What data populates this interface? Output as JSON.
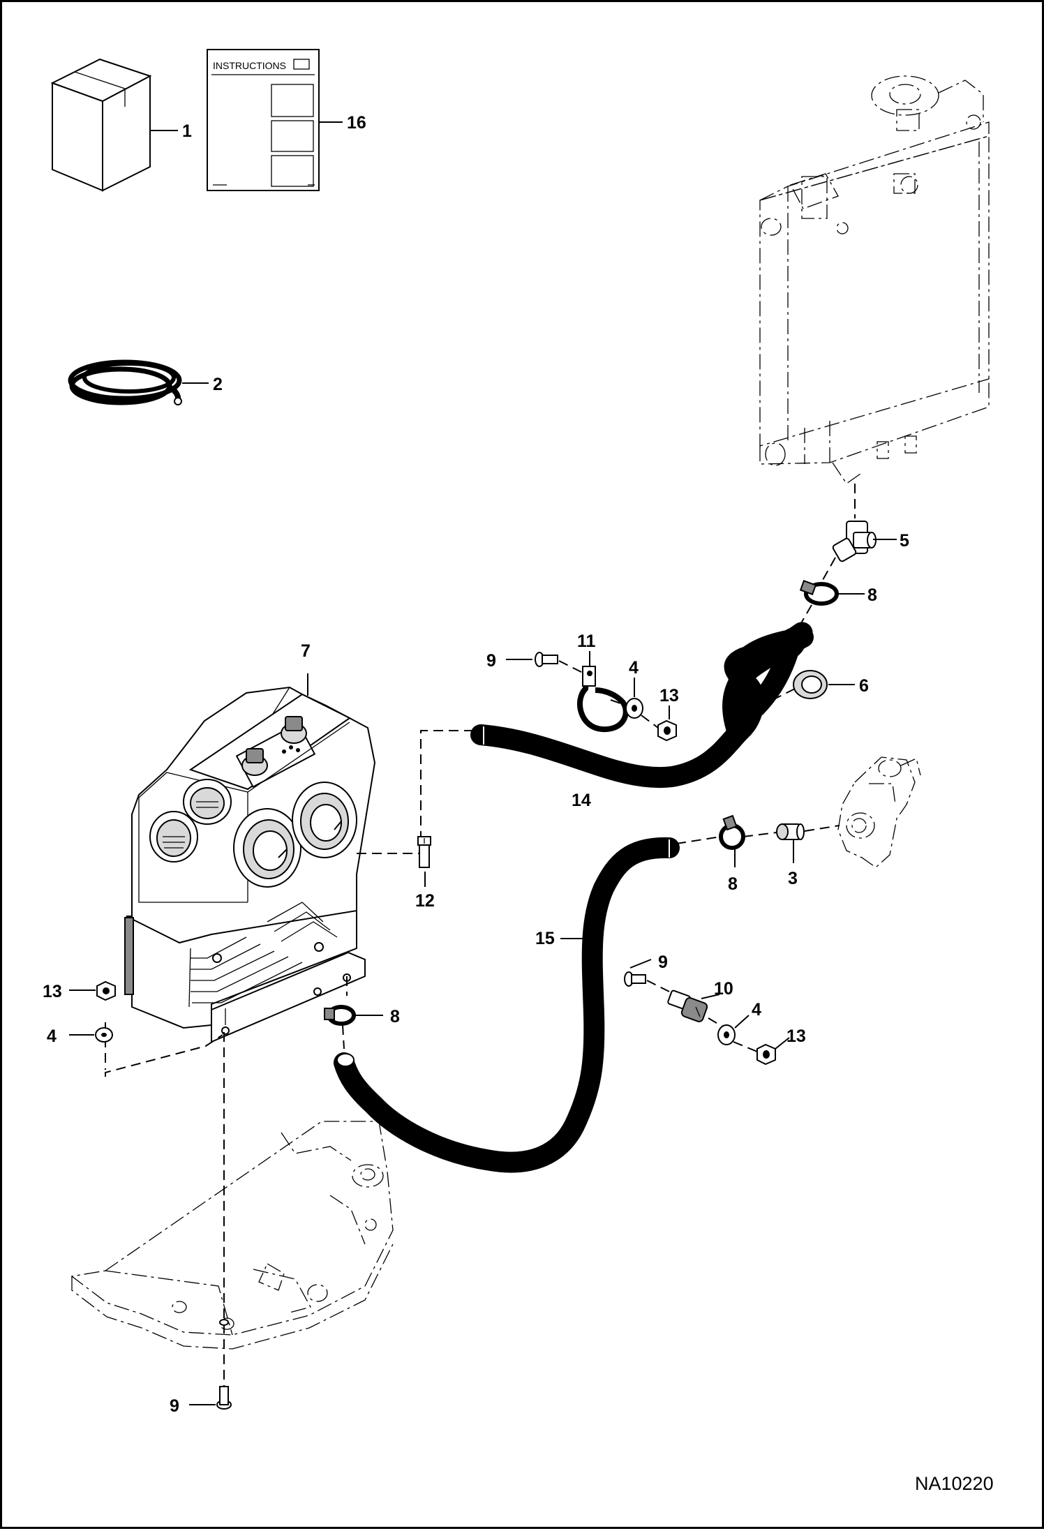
{
  "instructions_sheet": {
    "heading": "INSTRUCTIONS"
  },
  "document_id": "NA10220",
  "callouts": {
    "box": "1",
    "tubing": "2",
    "fitting_3": "3",
    "washer_upper": "4",
    "washer_mid": "4",
    "washer_left": "4",
    "elbow": "5",
    "grommet": "6",
    "heater": "7",
    "clamp_upper": "8",
    "clamp_mid": "8",
    "clamp_lower": "8",
    "bolt_upper": "9",
    "bolt_mid": "9",
    "bolt_bottom": "9",
    "hose_clamp_10": "10",
    "hose_clamp_11": "11",
    "drain_plug": "12",
    "nut_upper": "13",
    "nut_mid": "13",
    "nut_left": "13",
    "hose_14": "14",
    "hose_15": "15",
    "manual": "16"
  }
}
